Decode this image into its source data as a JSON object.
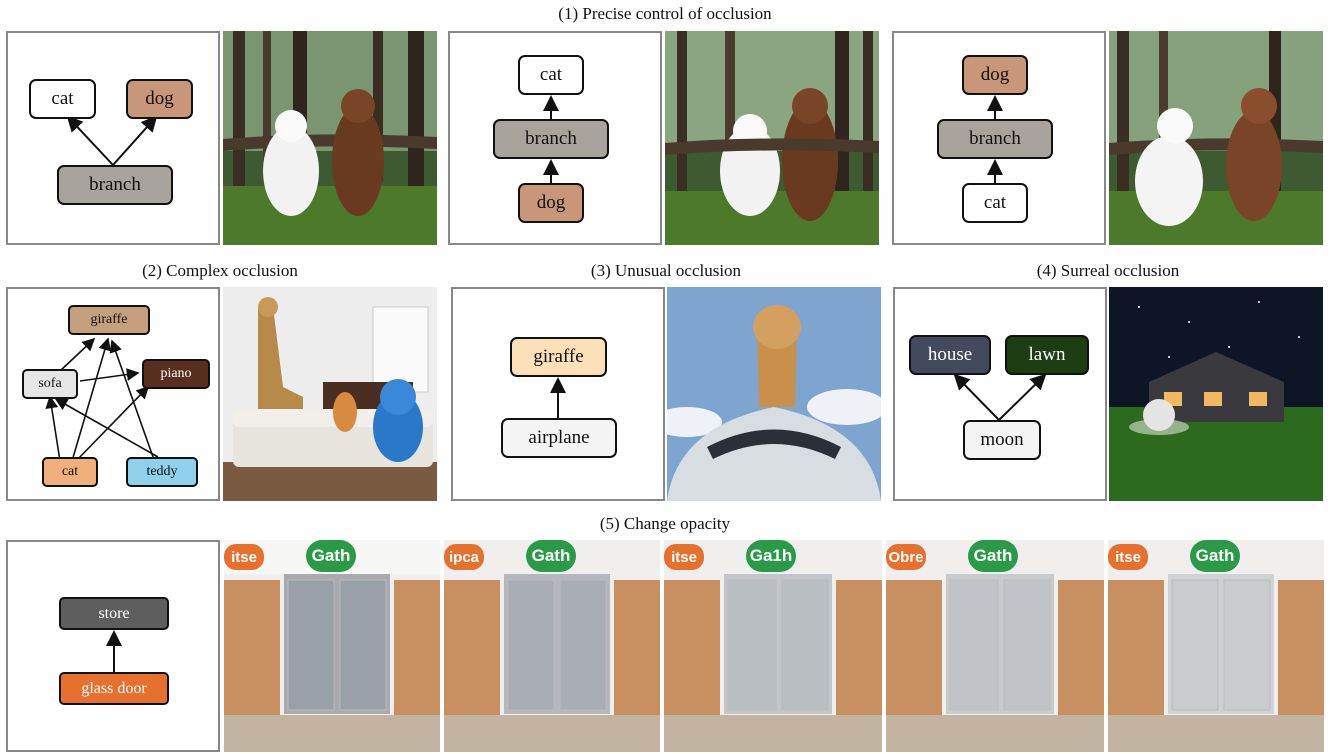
{
  "titles": {
    "t1": "(1) Precise control of occlusion",
    "t2": "(2) Complex occlusion",
    "t3": "(3) Unusual occlusion",
    "t4": "(4) Surreal occlusion",
    "t5": "(5) Change opacity"
  },
  "graphs": {
    "g1a": {
      "cat": "cat",
      "dog": "dog",
      "branch": "branch"
    },
    "g1b": {
      "cat": "cat",
      "branch": "branch",
      "dog": "dog"
    },
    "g1c": {
      "dog": "dog",
      "branch": "branch",
      "cat": "cat"
    },
    "g2": {
      "giraffe": "giraffe",
      "sofa": "sofa",
      "piano": "piano",
      "cat": "cat",
      "teddy": "teddy"
    },
    "g3": {
      "giraffe": "giraffe",
      "airplane": "airplane"
    },
    "g4": {
      "house": "house",
      "lawn": "lawn",
      "moon": "moon"
    },
    "g5": {
      "store": "store",
      "glass_door": "glass door"
    }
  },
  "store_signs": {
    "s1": {
      "left": "itse",
      "center": "Gath"
    },
    "s2": {
      "left": "ipca",
      "center": "Gath"
    },
    "s3": {
      "left": "itse",
      "center": "Ga1h"
    },
    "s4": {
      "left": "Obre",
      "center": "Gath"
    },
    "s5": {
      "left": "itse",
      "center": "Gath"
    }
  },
  "colors": {
    "cat_white": "#ffffff",
    "dog_brown": "#c8977a",
    "branch_gray": "#a8a39d",
    "giraffe_tan": "#c4a07e",
    "giraffe_light": "#fce0b8",
    "piano_brown": "#5a2e1e",
    "sofa_gray": "#e6e6e6",
    "cat_orange": "#f0b07e",
    "teddy_blue": "#8fd0ea",
    "house_slate": "#444a5e",
    "lawn_green": "#1d3d12",
    "moon_white": "#f4f4f4",
    "store_gray": "#5e5e5e",
    "glass_orange": "#e8702e"
  }
}
